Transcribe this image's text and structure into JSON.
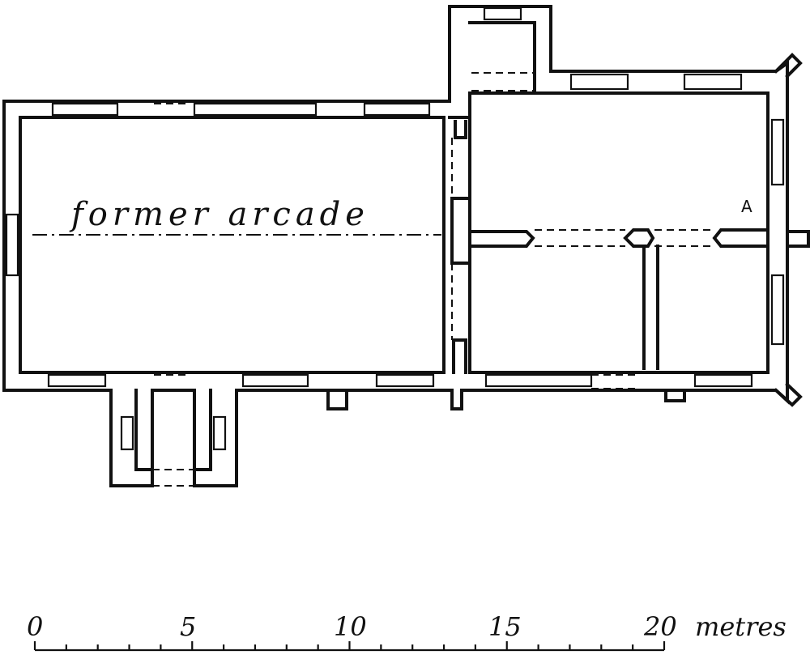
{
  "labels": {
    "former_arcade": "former arcade",
    "point_a": "A"
  },
  "scale": {
    "ticks": [
      "0",
      "5",
      "10",
      "15",
      "20"
    ],
    "unit": "metres"
  },
  "colors": {
    "ink": "#111111",
    "paper": "#ffffff"
  }
}
